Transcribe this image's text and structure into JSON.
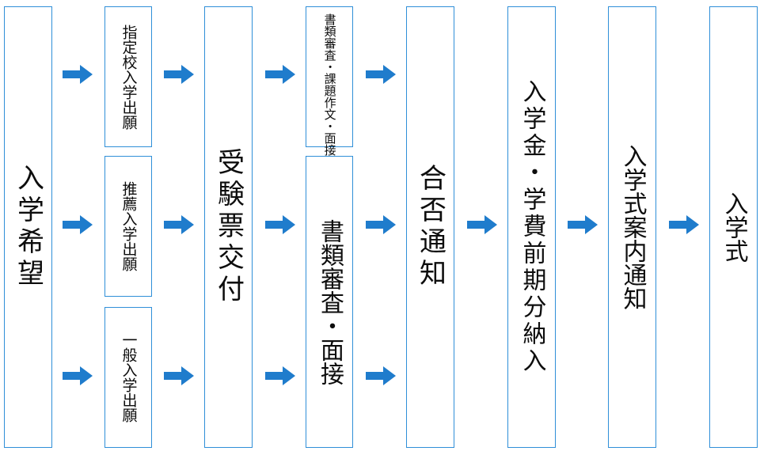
{
  "diagram": {
    "accent_color": "#2f8fd8",
    "arrow_color": "#1f7ccc",
    "stage_wish": "入学希望",
    "routes": {
      "designated": "指定校入学出願",
      "recommended": "推薦入学出願",
      "general": "一般入学出願"
    },
    "stage_ticket": "受験票交付",
    "screening_small": "書類審査・課題作文・面接",
    "screening_large": "書類審査・面接",
    "stage_result": "合否通知",
    "stage_payment": "入学金・学費前期分納入",
    "stage_ceremony_notice": "入学式案内通知",
    "stage_ceremony": "入学式"
  }
}
